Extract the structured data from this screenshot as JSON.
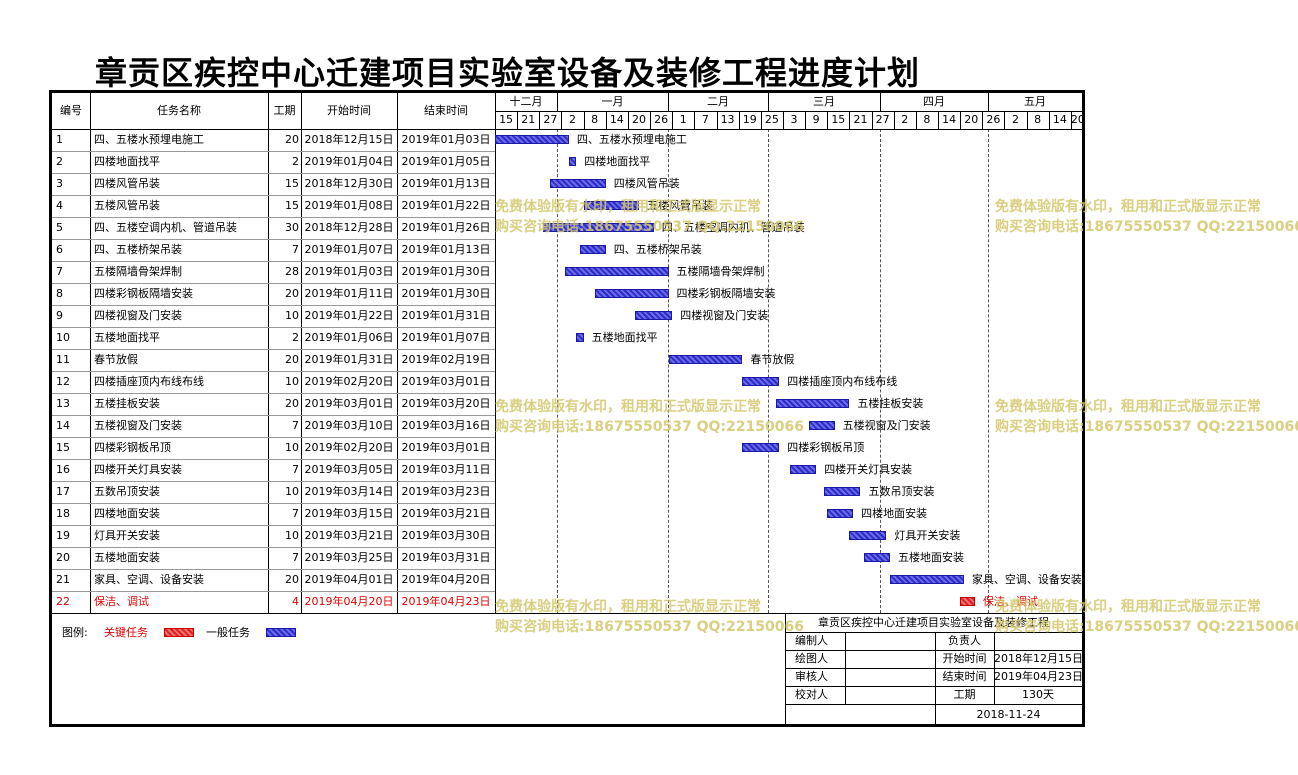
{
  "title": "章贡区疾控中心迁建项目实验室设备及装修工程进度计划",
  "headers": {
    "id": "编号",
    "name": "任务名称",
    "duration": "工期",
    "start": "开始时间",
    "end": "结束时间"
  },
  "months": [
    "十二月",
    "一月",
    "二月",
    "三月",
    "四月",
    "五月"
  ],
  "day_ticks": [
    "15",
    "21",
    "27",
    "2",
    "8",
    "14",
    "20",
    "26",
    "1",
    "7",
    "13",
    "19",
    "25",
    "3",
    "9",
    "15",
    "21",
    "27",
    "2",
    "8",
    "14",
    "20",
    "26",
    "2",
    "8",
    "14",
    "20"
  ],
  "chart_data": {
    "type": "gantt",
    "x_range": [
      "2018-12-15",
      "2019-05-23"
    ],
    "tasks": [
      {
        "id": "1",
        "name": "四、五楼水预埋电施工",
        "duration": "20",
        "start": "2018年12月15日",
        "end": "2019年01月03日",
        "s": "2018-12-15",
        "e": "2019-01-03",
        "critical": false
      },
      {
        "id": "2",
        "name": "四楼地面找平",
        "duration": "2",
        "start": "2019年01月04日",
        "end": "2019年01月05日",
        "s": "2019-01-04",
        "e": "2019-01-05",
        "critical": false
      },
      {
        "id": "3",
        "name": "四楼风管吊装",
        "duration": "15",
        "start": "2018年12月30日",
        "end": "2019年01月13日",
        "s": "2018-12-30",
        "e": "2019-01-13",
        "critical": false
      },
      {
        "id": "4",
        "name": "五楼风管吊装",
        "duration": "15",
        "start": "2019年01月08日",
        "end": "2019年01月22日",
        "s": "2019-01-08",
        "e": "2019-01-22",
        "critical": false
      },
      {
        "id": "5",
        "name": "四、五楼空调内机、管道吊装",
        "duration": "30",
        "start": "2018年12月28日",
        "end": "2019年01月26日",
        "s": "2018-12-28",
        "e": "2019-01-26",
        "critical": false
      },
      {
        "id": "6",
        "name": "四、五楼桥架吊装",
        "duration": "7",
        "start": "2019年01月07日",
        "end": "2019年01月13日",
        "s": "2019-01-07",
        "e": "2019-01-13",
        "critical": false
      },
      {
        "id": "7",
        "name": "五楼隔墙骨架焊制",
        "duration": "28",
        "start": "2019年01月03日",
        "end": "2019年01月30日",
        "s": "2019-01-03",
        "e": "2019-01-30",
        "critical": false
      },
      {
        "id": "8",
        "name": "四楼彩钢板隔墙安装",
        "duration": "20",
        "start": "2019年01月11日",
        "end": "2019年01月30日",
        "s": "2019-01-11",
        "e": "2019-01-30",
        "critical": false
      },
      {
        "id": "9",
        "name": "四楼视窗及门安装",
        "duration": "10",
        "start": "2019年01月22日",
        "end": "2019年01月31日",
        "s": "2019-01-22",
        "e": "2019-01-31",
        "critical": false
      },
      {
        "id": "10",
        "name": "五楼地面找平",
        "duration": "2",
        "start": "2019年01月06日",
        "end": "2019年01月07日",
        "s": "2019-01-06",
        "e": "2019-01-07",
        "critical": false
      },
      {
        "id": "11",
        "name": "春节放假",
        "duration": "20",
        "start": "2019年01月31日",
        "end": "2019年02月19日",
        "s": "2019-01-31",
        "e": "2019-02-19",
        "critical": false
      },
      {
        "id": "12",
        "name": "四楼插座顶内布线布线",
        "duration": "10",
        "start": "2019年02月20日",
        "end": "2019年03月01日",
        "s": "2019-02-20",
        "e": "2019-03-01",
        "critical": false
      },
      {
        "id": "13",
        "name": "五楼挂板安装",
        "duration": "20",
        "start": "2019年03月01日",
        "end": "2019年03月20日",
        "s": "2019-03-01",
        "e": "2019-03-20",
        "critical": false
      },
      {
        "id": "14",
        "name": "五楼视窗及门安装",
        "duration": "7",
        "start": "2019年03月10日",
        "end": "2019年03月16日",
        "s": "2019-03-10",
        "e": "2019-03-16",
        "critical": false
      },
      {
        "id": "15",
        "name": "四楼彩钢板吊顶",
        "duration": "10",
        "start": "2019年02月20日",
        "end": "2019年03月01日",
        "s": "2019-02-20",
        "e": "2019-03-01",
        "critical": false
      },
      {
        "id": "16",
        "name": "四楼开关灯具安装",
        "duration": "7",
        "start": "2019年03月05日",
        "end": "2019年03月11日",
        "s": "2019-03-05",
        "e": "2019-03-11",
        "critical": false
      },
      {
        "id": "17",
        "name": "五数吊顶安装",
        "duration": "10",
        "start": "2019年03月14日",
        "end": "2019年03月23日",
        "s": "2019-03-14",
        "e": "2019-03-23",
        "critical": false
      },
      {
        "id": "18",
        "name": "四楼地面安装",
        "duration": "7",
        "start": "2019年03月15日",
        "end": "2019年03月21日",
        "s": "2019-03-15",
        "e": "2019-03-21",
        "critical": false
      },
      {
        "id": "19",
        "name": "灯具开关安装",
        "duration": "10",
        "start": "2019年03月21日",
        "end": "2019年03月30日",
        "s": "2019-03-21",
        "e": "2019-03-30",
        "critical": false
      },
      {
        "id": "20",
        "name": "五楼地面安装",
        "duration": "7",
        "start": "2019年03月25日",
        "end": "2019年03月31日",
        "s": "2019-03-25",
        "e": "2019-03-31",
        "critical": false
      },
      {
        "id": "21",
        "name": "家具、空调、设备安装",
        "duration": "20",
        "start": "2019年04月01日",
        "end": "2019年04月20日",
        "s": "2019-04-01",
        "e": "2019-04-20",
        "critical": false
      },
      {
        "id": "22",
        "name": "保洁、调试",
        "duration": "4",
        "start": "2019年04月20日",
        "end": "2019年04月23日",
        "s": "2019-04-20",
        "e": "2019-04-23",
        "critical": true
      }
    ]
  },
  "legend": {
    "label": "图例:",
    "critical": "关键任务",
    "normal": "一般任务",
    "critical_color": "#e02020",
    "normal_color": "#2c2cc9"
  },
  "info_box": {
    "title": "章贡区疾控中心迁建项目实验室设备及装修工程",
    "rows": [
      {
        "k1": "编制人",
        "v1": "",
        "k2": "负责人",
        "v2": ""
      },
      {
        "k1": "绘图人",
        "v1": "",
        "k2": "开始时间",
        "v2": "2018年12月15日"
      },
      {
        "k1": "审核人",
        "v1": "",
        "k2": "结束时间",
        "v2": "2019年04月23日"
      },
      {
        "k1": "校对人",
        "v1": "",
        "k2": "工期",
        "v2": "130天"
      }
    ],
    "date": "2018-11-24"
  },
  "watermark": {
    "line1": "免费体验版有水印，租用和正式版显示正常",
    "line2": "购买咨询电话:18675550537 QQ:22150066"
  }
}
